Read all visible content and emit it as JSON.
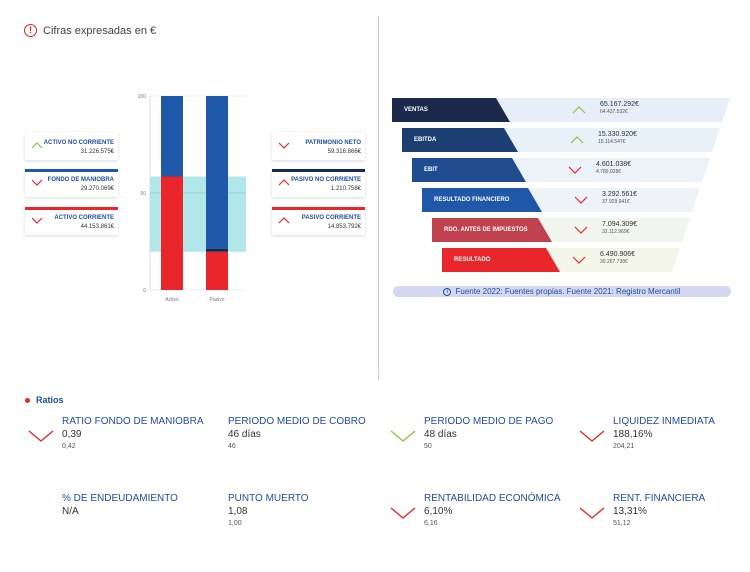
{
  "header": {
    "note": "Cifras expresadas en €"
  },
  "colors": {
    "blue": "#1f58a8",
    "red": "#e8262b",
    "teal": "#a9e4e6",
    "navy": "#1b2a4a",
    "green": "#8cc63f"
  },
  "balance": {
    "assets": [
      {
        "label": "ACTIVO NO CORRIENTE",
        "value": "31.226.575€",
        "trend": "up"
      },
      {
        "label": "FONDO DE MANIOBRA",
        "value": "29.270.069€",
        "trend": "down"
      },
      {
        "label": "ACTIVO CORRIENTE",
        "value": "44.153.861€",
        "trend": "down"
      }
    ],
    "liabilities": [
      {
        "label": "PATRIMONIO NETO",
        "value": "59.316.866€",
        "trend": "down"
      },
      {
        "label": "PASIVO NO CORRIENTE",
        "value": "1.210.758€",
        "trend": "up"
      },
      {
        "label": "PASIVO CORRIENTE",
        "value": "14.853.792€",
        "trend": "up"
      }
    ]
  },
  "chart_data": {
    "type": "bar",
    "stacked": true,
    "categories": [
      "Activo",
      "Pasivo"
    ],
    "yticks": [
      "0",
      "50",
      "100"
    ],
    "ylim": [
      0,
      100
    ],
    "series": [
      {
        "name": "",
        "values": [
          58.5,
          19.7
        ],
        "color": "#e8262b"
      },
      {
        "name": "",
        "values": [
          0,
          1.6
        ],
        "color": "#1b2a4a"
      },
      {
        "name": "",
        "values": [
          41.5,
          78.7
        ],
        "color": "#1f58a8"
      }
    ],
    "band": [
      19.7,
      58.5
    ]
  },
  "funnel": [
    {
      "label": "VENTAS",
      "value": "65.167.292€",
      "prev": "64.437.532€",
      "trend": "up",
      "color": "#1b2a4a",
      "bg": "#e6eef8"
    },
    {
      "label": "EBITDA",
      "value": "15.330.920€",
      "prev": "15.114.547€",
      "trend": "up",
      "color": "#1d3e70",
      "bg": "#e8f0f8"
    },
    {
      "label": "EBIT",
      "value": "4.601.038€",
      "prev": "4.789.028€",
      "trend": "down",
      "color": "#1e4c8e",
      "bg": "#eaf1f7"
    },
    {
      "label": "RESULTADO FINANCIERO",
      "value": "3.292.561€",
      "prev": "37.929.941€",
      "trend": "down",
      "color": "#1f58a8",
      "bg": "#edf3f6"
    },
    {
      "label": "RDO. ANTES DE IMPUESTOS",
      "value": "7.094.309€",
      "prev": "32.112.969€",
      "trend": "down",
      "color": "#c0424f",
      "bg": "#f1f5ee"
    },
    {
      "label": "RESULTADO",
      "value": "6.490.906€",
      "prev": "30.267.738€",
      "trend": "down",
      "color": "#e8262b",
      "bg": "#f4f6ea"
    }
  ],
  "source": "Fuente 2022: Fuentes propias. Fuente 2021: Registro Mercantil",
  "ratios_title": "Ratios",
  "ratios": [
    {
      "name": "RATIO FONDO DE MANIOBRA",
      "value": "0,39",
      "prev": "0,42",
      "trend": "down"
    },
    {
      "name": "PERIODO MEDIO DE COBRO",
      "value": "46 días",
      "prev": "46",
      "trend": "none"
    },
    {
      "name": "PERIODO MEDIO DE PAGO",
      "value": "48 días",
      "prev": "50",
      "trend": "green-down"
    },
    {
      "name": "LIQUIDEZ INMEDIATA",
      "value": "188,16%",
      "prev": "204,21",
      "trend": "down"
    },
    {
      "name": "% DE ENDEUDAMIENTO",
      "value": "N/A",
      "prev": "",
      "trend": "none"
    },
    {
      "name": "PUNTO MUERTO",
      "value": "1,08",
      "prev": "1,00",
      "trend": "none"
    },
    {
      "name": "RENTABILIDAD ECONÓMICA",
      "value": "6,10%",
      "prev": "6,16",
      "trend": "down"
    },
    {
      "name": "RENT. FINANCIERA",
      "value": "13,31%",
      "prev": "51,12",
      "trend": "down"
    }
  ]
}
